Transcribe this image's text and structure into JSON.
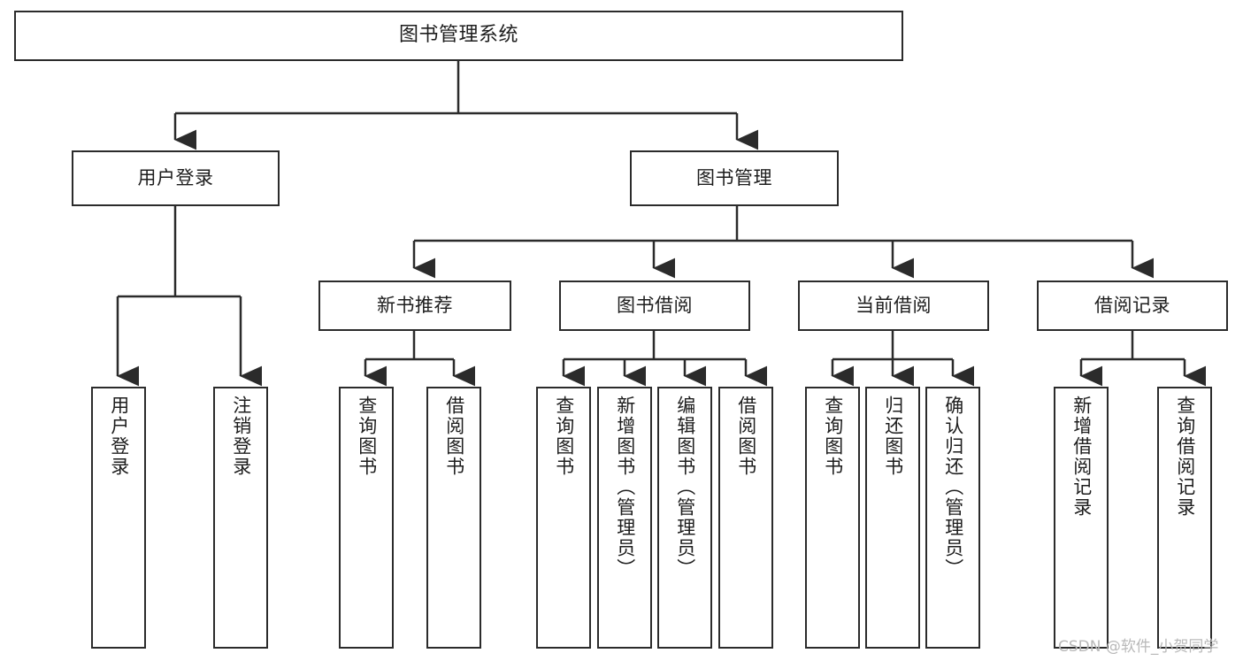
{
  "diagram": {
    "title": "图书管理系统",
    "type": "tree",
    "style": {
      "box_border_color": "#2b2b2b",
      "box_fill_color": "#ffffff",
      "line_color": "#2b2b2b",
      "text_color": "#1d1d1d",
      "background": "#ffffff"
    },
    "root": {
      "label": "图书管理系统"
    },
    "level1": [
      {
        "label": "用户登录"
      },
      {
        "label": "图书管理"
      }
    ],
    "level2": [
      {
        "label": "新书推荐"
      },
      {
        "label": "图书借阅"
      },
      {
        "label": "当前借阅"
      },
      {
        "label": "借阅记录"
      }
    ],
    "leaves": {
      "user_login": [
        {
          "label": "用户登录"
        },
        {
          "label": "注销登录"
        }
      ],
      "new_book_recommend": [
        {
          "label": "查询图书"
        },
        {
          "label": "借阅图书"
        }
      ],
      "book_borrow": [
        {
          "label": "查询图书"
        },
        {
          "label": "新增图书（管理员）"
        },
        {
          "label": "编辑图书（管理员）"
        },
        {
          "label": "借阅图书"
        }
      ],
      "current_borrow": [
        {
          "label": "查询图书"
        },
        {
          "label": "归还图书"
        },
        {
          "label": "确认归还（管理员）"
        }
      ],
      "borrow_record": [
        {
          "label": "新增借阅记录"
        },
        {
          "label": "查询借阅记录"
        }
      ]
    }
  },
  "watermark": {
    "text": "CSDN @软件_小贺同学"
  }
}
